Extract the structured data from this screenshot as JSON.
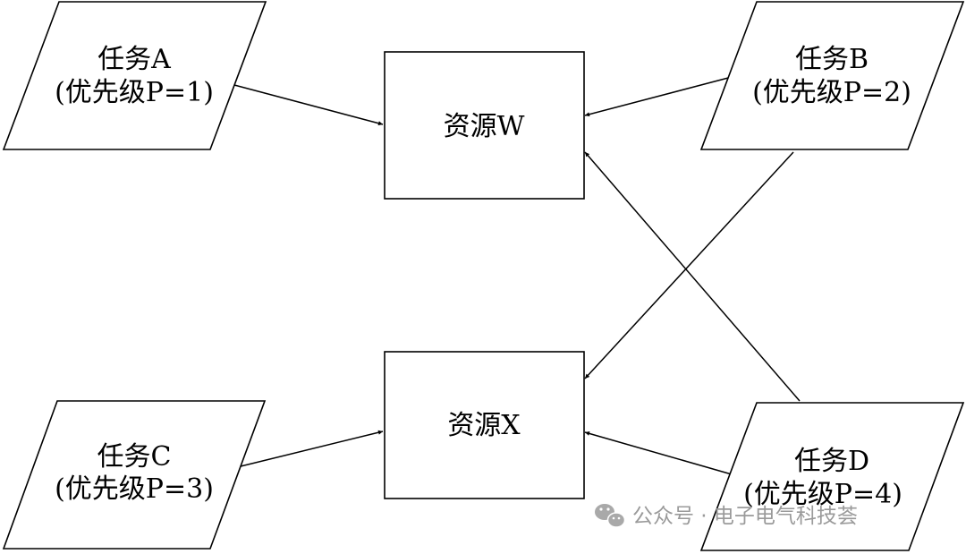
{
  "tasks": {
    "a": {
      "name": "任务A",
      "priority": "(优先级P=1)"
    },
    "b": {
      "name": "任务B",
      "priority": "(优先级P=2)"
    },
    "c": {
      "name": "任务C",
      "priority": "(优先级P=3)"
    },
    "d": {
      "name": "任务D",
      "priority": "(优先级P=4)"
    }
  },
  "resources": {
    "w": "资源W",
    "x": "资源X"
  },
  "watermark": {
    "icon": "wechat-icon",
    "text": "公众号 · 电子电气科技荟"
  },
  "colors": {
    "stroke": "#000000",
    "watermark": "#9a9a9a"
  }
}
